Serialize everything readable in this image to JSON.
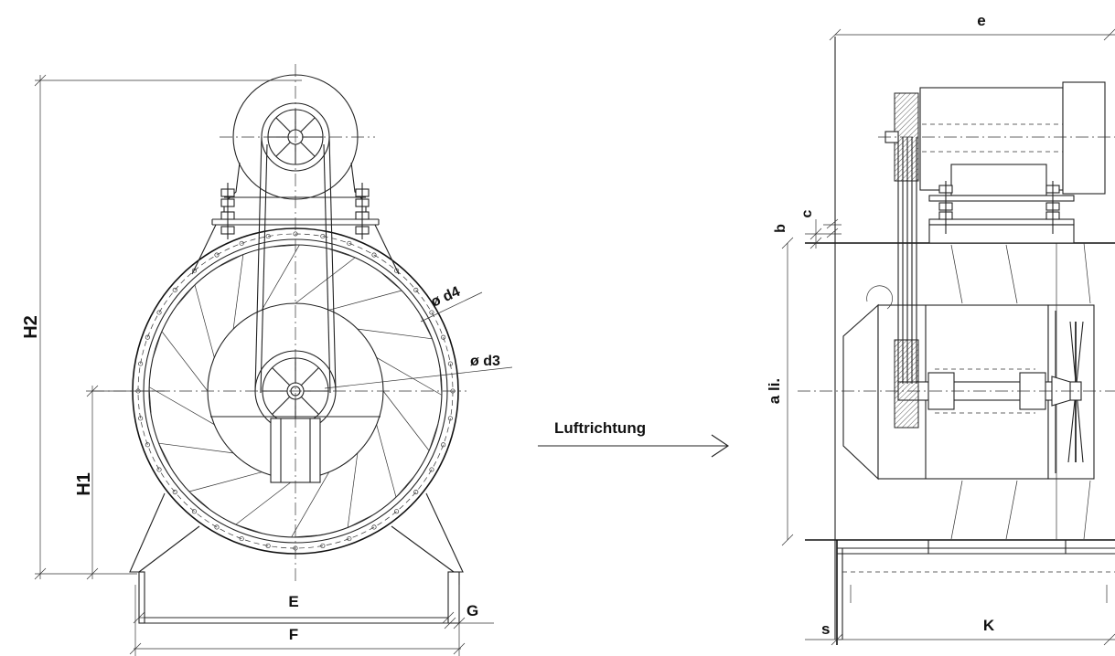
{
  "labels": {
    "H2": "H2",
    "H1": "H1",
    "d4": "ø d4",
    "d3": "ø d3",
    "E": "E",
    "F": "F",
    "G": "G",
    "e": "e",
    "b": "b",
    "c": "c",
    "a_li": "a li.",
    "s": "s",
    "K": "K"
  },
  "airflow": {
    "label": "Luftrichtung"
  }
}
